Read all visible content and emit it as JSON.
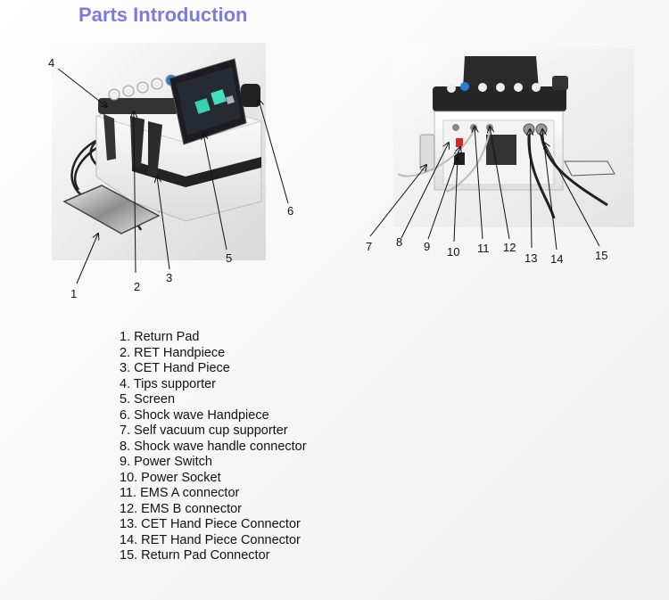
{
  "title": "Parts Introduction",
  "photos": {
    "left_alt": "Device front view",
    "right_alt": "Device rear view"
  },
  "callouts": [
    "1",
    "2",
    "3",
    "4",
    "5",
    "6",
    "7",
    "8",
    "9",
    "10",
    "11",
    "12",
    "13",
    "14",
    "15"
  ],
  "legend": [
    "1. Return Pad",
    "2. RET Handpiece",
    "3. CET Hand Piece",
    "4. Tips supporter",
    "5. Screen",
    "6. Shock wave Handpiece",
    "7. Self vacuum cup supporter",
    "8. Shock wave handle connector",
    "9. Power Switch",
    "10. Power Socket",
    "11. EMS A connector",
    "12. EMS B connector",
    "13. CET Hand Piece Connector",
    "14. RET Hand Piece Connector",
    "15. Return Pad Connector"
  ]
}
